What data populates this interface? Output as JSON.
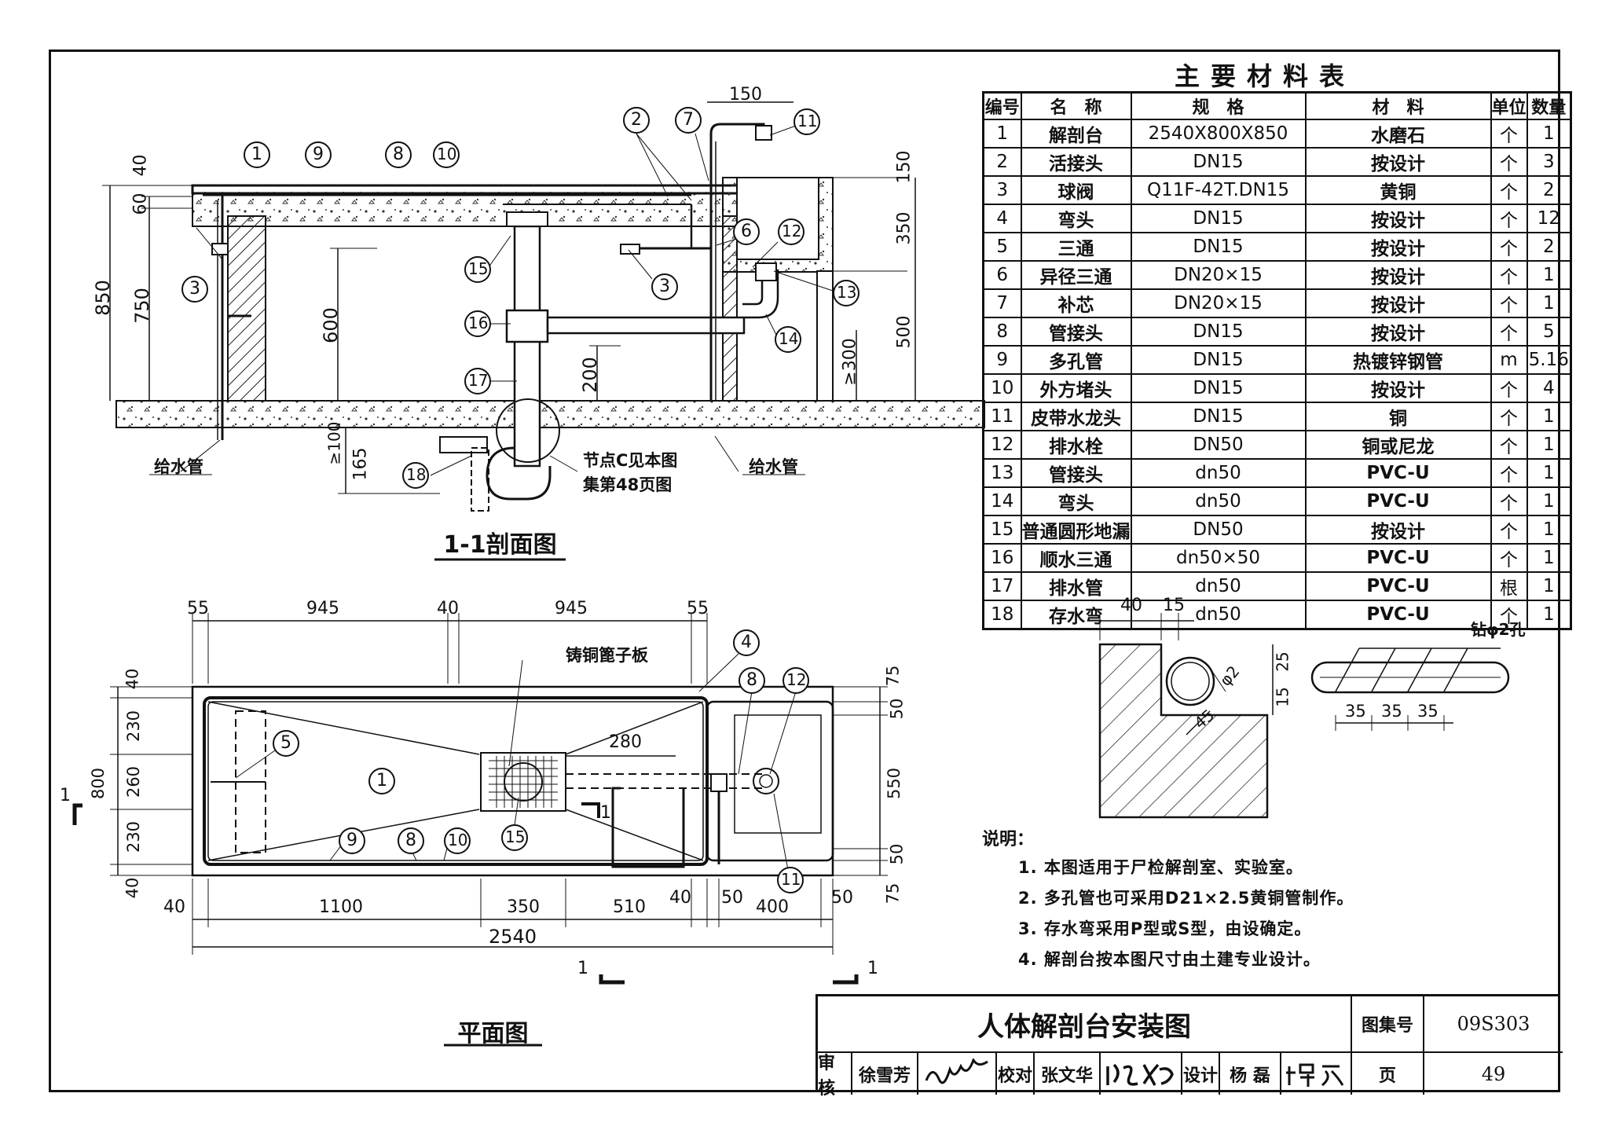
{
  "section_view": {
    "caption": "1-1剖面图",
    "water_supply_left": "给水管",
    "water_supply_right": "给水管",
    "node_note_line1": "节点C见本图",
    "node_note_line2": "集第48页图",
    "dims": {
      "d40": "40",
      "d60": "60",
      "d750": "750",
      "d850": "850",
      "d600": "600",
      "d200": "200",
      "d150_top": "150",
      "d150_right": "150",
      "d350": "350",
      "d500": "500",
      "d300": "≥300",
      "d100": "≥100",
      "d165": "165"
    },
    "callouts": [
      "1",
      "9",
      "8",
      "10",
      "2",
      "7",
      "11",
      "6",
      "12",
      "13",
      "14",
      "15",
      "16",
      "17",
      "3",
      "3",
      "18"
    ]
  },
  "plan_view": {
    "caption": "平面图",
    "grate_label": "铸铜篦子板",
    "dims_top": [
      "55",
      "945",
      "40",
      "945",
      "55"
    ],
    "dims_left": [
      "40",
      "230",
      "260",
      "230",
      "40"
    ],
    "dim_800": "800",
    "dims_right": [
      "75",
      "50",
      "550",
      "50",
      "75"
    ],
    "dims_bottom": [
      "40",
      "1100",
      "350",
      "510",
      "40",
      "50",
      "400",
      "50"
    ],
    "dim_total": "2540",
    "dim_280": "280",
    "section_mark": "1",
    "callouts": [
      "4",
      "8",
      "12",
      "5",
      "1",
      "9",
      "8",
      "10",
      "15",
      "11",
      "1"
    ]
  },
  "material_table": {
    "title": "主要材料表",
    "headers": [
      "编号",
      "名　称",
      "规　格",
      "材　料",
      "单位",
      "数量"
    ],
    "rows": [
      [
        "1",
        "解剖台",
        "2540X800X850",
        "水磨石",
        "个",
        "1"
      ],
      [
        "2",
        "活接头",
        "DN15",
        "按设计",
        "个",
        "3"
      ],
      [
        "3",
        "球阀",
        "Q11F-42T.DN15",
        "黄铜",
        "个",
        "2"
      ],
      [
        "4",
        "弯头",
        "DN15",
        "按设计",
        "个",
        "12"
      ],
      [
        "5",
        "三通",
        "DN15",
        "按设计",
        "个",
        "2"
      ],
      [
        "6",
        "异径三通",
        "DN20×15",
        "按设计",
        "个",
        "1"
      ],
      [
        "7",
        "补芯",
        "DN20×15",
        "按设计",
        "个",
        "1"
      ],
      [
        "8",
        "管接头",
        "DN15",
        "按设计",
        "个",
        "5"
      ],
      [
        "9",
        "多孔管",
        "DN15",
        "热镀锌钢管",
        "m",
        "5.16"
      ],
      [
        "10",
        "外方堵头",
        "DN15",
        "按设计",
        "个",
        "4"
      ],
      [
        "11",
        "皮带水龙头",
        "DN15",
        "铜",
        "个",
        "1"
      ],
      [
        "12",
        "排水栓",
        "DN50",
        "铜或尼龙",
        "个",
        "1"
      ],
      [
        "13",
        "管接头",
        "dn50",
        "PVC-U",
        "个",
        "1"
      ],
      [
        "14",
        "弯头",
        "dn50",
        "PVC-U",
        "个",
        "1"
      ],
      [
        "15",
        "普通圆形地漏",
        "DN50",
        "按设计",
        "个",
        "1"
      ],
      [
        "16",
        "顺水三通",
        "dn50×50",
        "PVC-U",
        "个",
        "1"
      ],
      [
        "17",
        "排水管",
        "dn50",
        "PVC-U",
        "根",
        "1"
      ],
      [
        "18",
        "存水弯",
        "dn50",
        "PVC-U",
        "个",
        "1"
      ]
    ]
  },
  "detail": {
    "d40": "40",
    "d15": "15",
    "d25": "25",
    "d15b": "15",
    "d45": "45",
    "phi2": "φ2",
    "drill_label": "钻φ2孔",
    "spacing": [
      "35",
      "35",
      "35"
    ]
  },
  "notes": {
    "title": "说明：",
    "items": [
      "1. 本图适用于尸检解剖室、实验室。",
      "2. 多孔管也可采用D21×2.5黄铜管制作。",
      "3. 存水弯采用P型或S型，由设确定。",
      "4. 解剖台按本图尺寸由土建专业设计。"
    ]
  },
  "title_block": {
    "drawing_title": "人体解剖台安装图",
    "atlas_label": "图集号",
    "atlas_no": "09S303",
    "review_label": "审核",
    "reviewer": "徐雪芳",
    "check_label": "校对",
    "checker": "张文华",
    "design_label": "设计",
    "designer": "杨 磊",
    "page_label": "页",
    "page_no": "49"
  }
}
